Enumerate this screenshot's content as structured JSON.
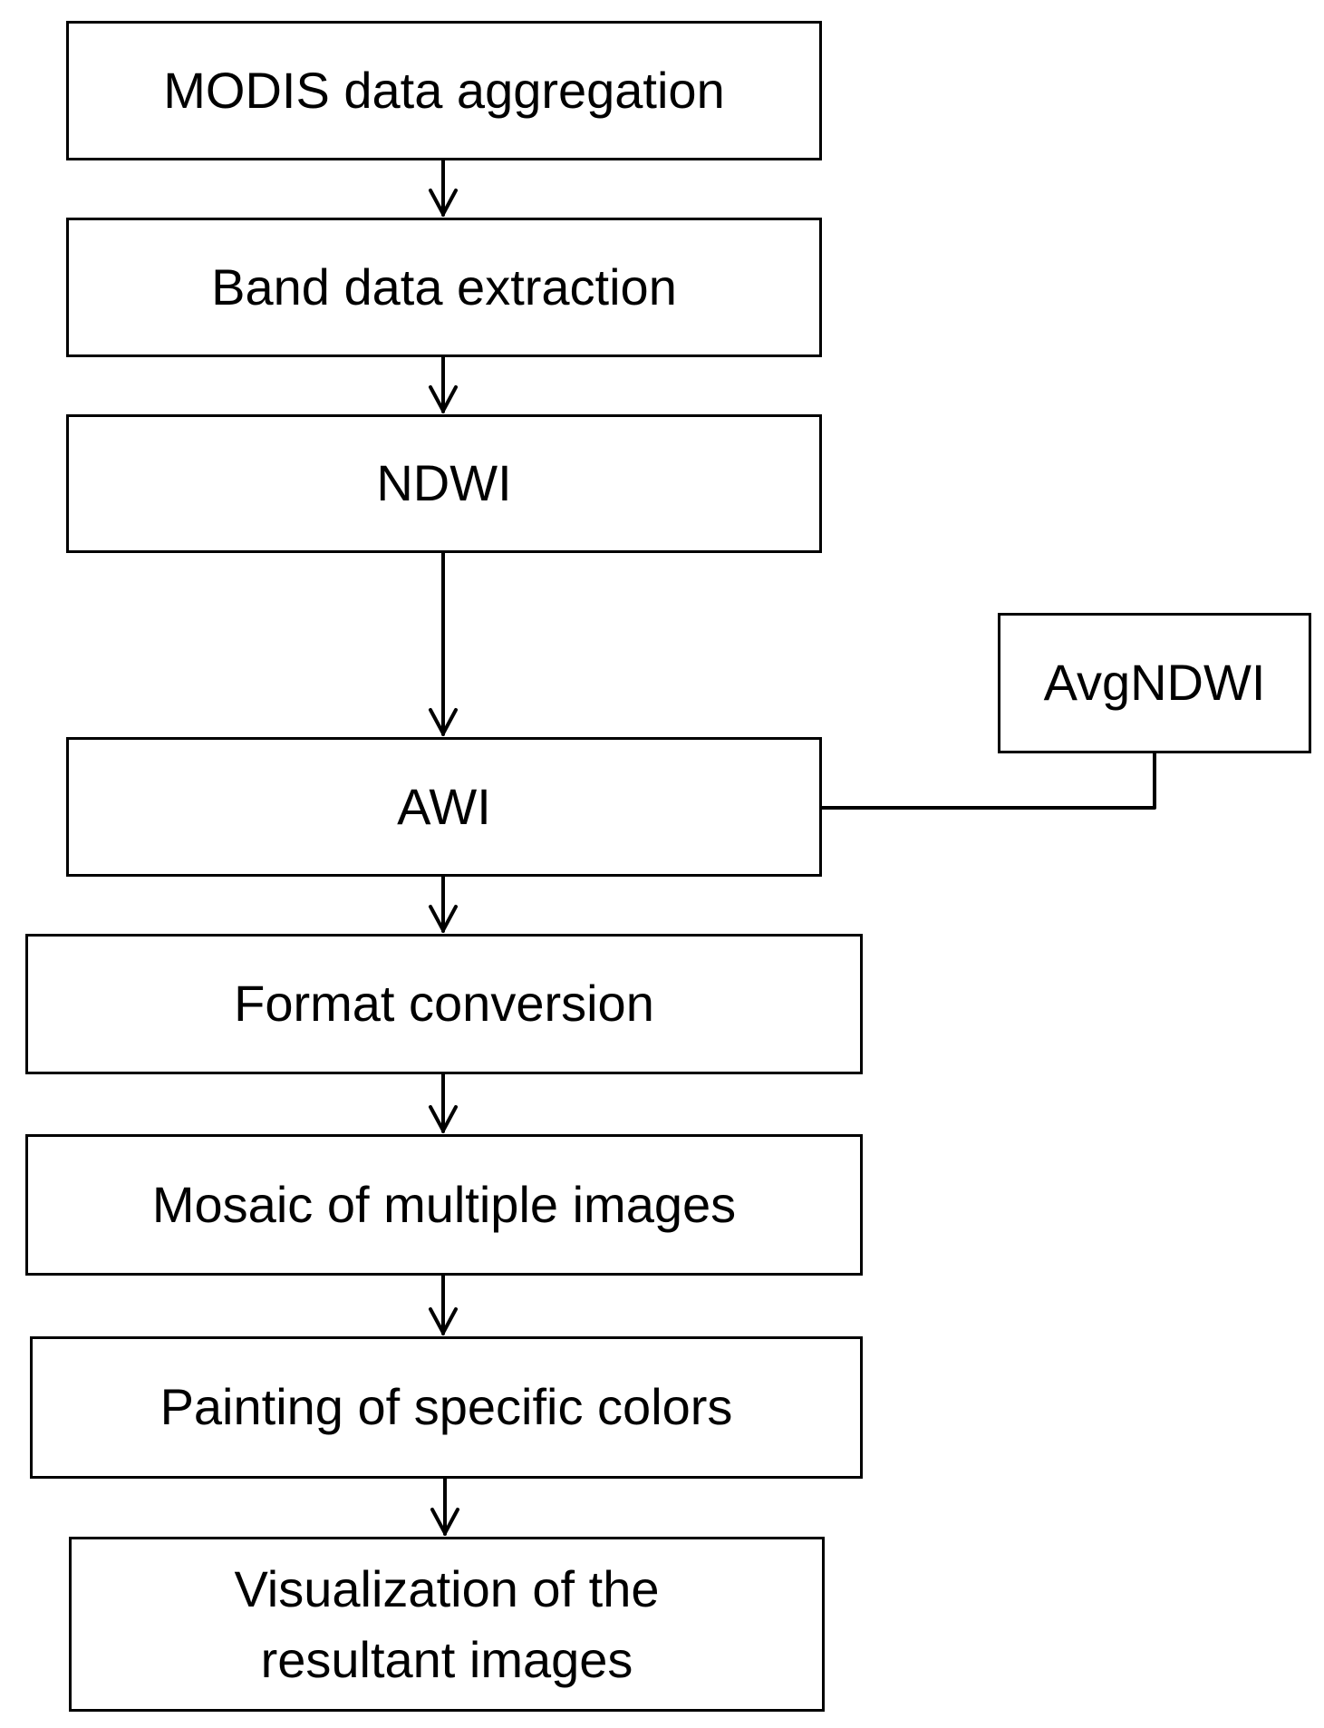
{
  "diagram": {
    "boxes": {
      "modis": "MODIS data aggregation",
      "band": "Band data extraction",
      "ndwi": "NDWI",
      "avgndwi": "AvgNDWI",
      "awi": "AWI",
      "format": "Format conversion",
      "mosaic": "Mosaic of multiple images",
      "painting": "Painting of specific colors",
      "visualization_line1": "Visualization of the",
      "visualization_line2": "resultant images"
    },
    "colors": {
      "stroke": "#000000",
      "fill": "#ffffff"
    }
  }
}
